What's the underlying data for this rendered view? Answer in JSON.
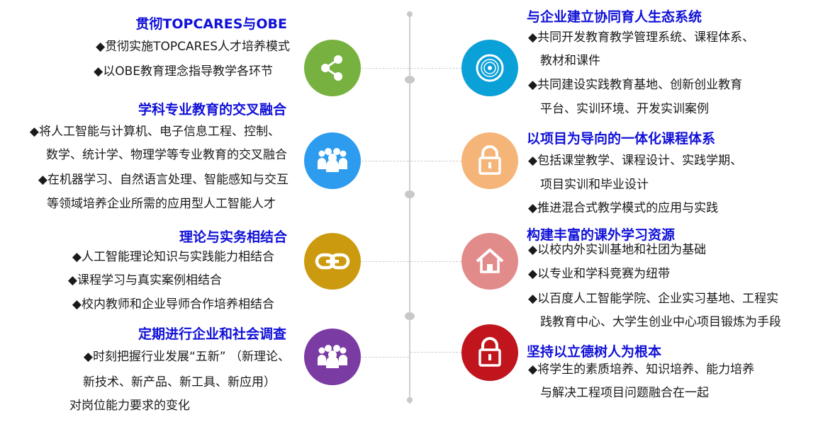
{
  "colors": {
    "title": "#1010d8",
    "green": "#77b13f",
    "blue": "#2d9cef",
    "gold": "#cc9a0e",
    "purple": "#7a3ba3",
    "cyan": "#0aa0d8",
    "peach": "#f5b478",
    "pink": "#e28b8b",
    "red": "#c0151d"
  },
  "left": [
    {
      "title": "贯彻TOPCARES与OBE",
      "icon": "share-icon",
      "lines": [
        "◆贯彻实施TOPCARES人才培养模式",
        "◆以OBE教育理念指导教学各环节"
      ]
    },
    {
      "title": "学科专业教育的交叉融合",
      "icon": "group-icon",
      "lines": [
        "◆将人工智能与计算机、电子信息工程、控制、",
        "数学、统计学、物理学等专业教育的交叉融合",
        "◆在机器学习、自然语言处理、智能感知与交互",
        "等领域培养企业所需的应用型人工智能人才"
      ]
    },
    {
      "title": "理论与实务相结合",
      "icon": "link-icon",
      "lines": [
        "◆人工智能理论知识与实践能力相结合",
        "◆课程学习与真实案例相结合",
        "◆校内教师和企业导师合作培养相结合"
      ]
    },
    {
      "title": "定期进行企业和社会调查",
      "icon": "team-icon",
      "lines": [
        "◆时刻把握行业发展“五新” （新理论、",
        "新技术、新产品、新工具、新应用）",
        "对岗位能力要求的变化"
      ]
    }
  ],
  "right": [
    {
      "title": "与企业建立协同育人生态系统",
      "icon": "disc-icon",
      "lines": [
        "◆共同开发教育教学管理系统、课程体系、",
        "教材和课件",
        "◆共同建设实践教育基地、创新创业教育",
        "平台、实训环境、开发实训案例"
      ]
    },
    {
      "title": "以项目为导向的一体化课程体系",
      "icon": "lock-icon",
      "lines": [
        "◆包括课堂教学、课程设计、实践学期、",
        "项目实训和毕业设计",
        "◆推进混合式教学模式的应用与实践"
      ]
    },
    {
      "title": "构建丰富的课外学习资源",
      "icon": "home-icon",
      "lines": [
        "◆以校内外实训基地和社团为基础",
        "◆以专业和学科竞赛为纽带",
        "◆以百度人工智能学院、企业实习基地、工程实",
        "践教育中心、大学生创业中心项目锻炼为手段"
      ]
    },
    {
      "title": "坚持以立德树人为根本",
      "icon": "lock-icon",
      "lines": [
        "◆将学生的素质培养、知识培养、能力培养",
        "与解决工程项目问题融合在一起"
      ]
    }
  ]
}
